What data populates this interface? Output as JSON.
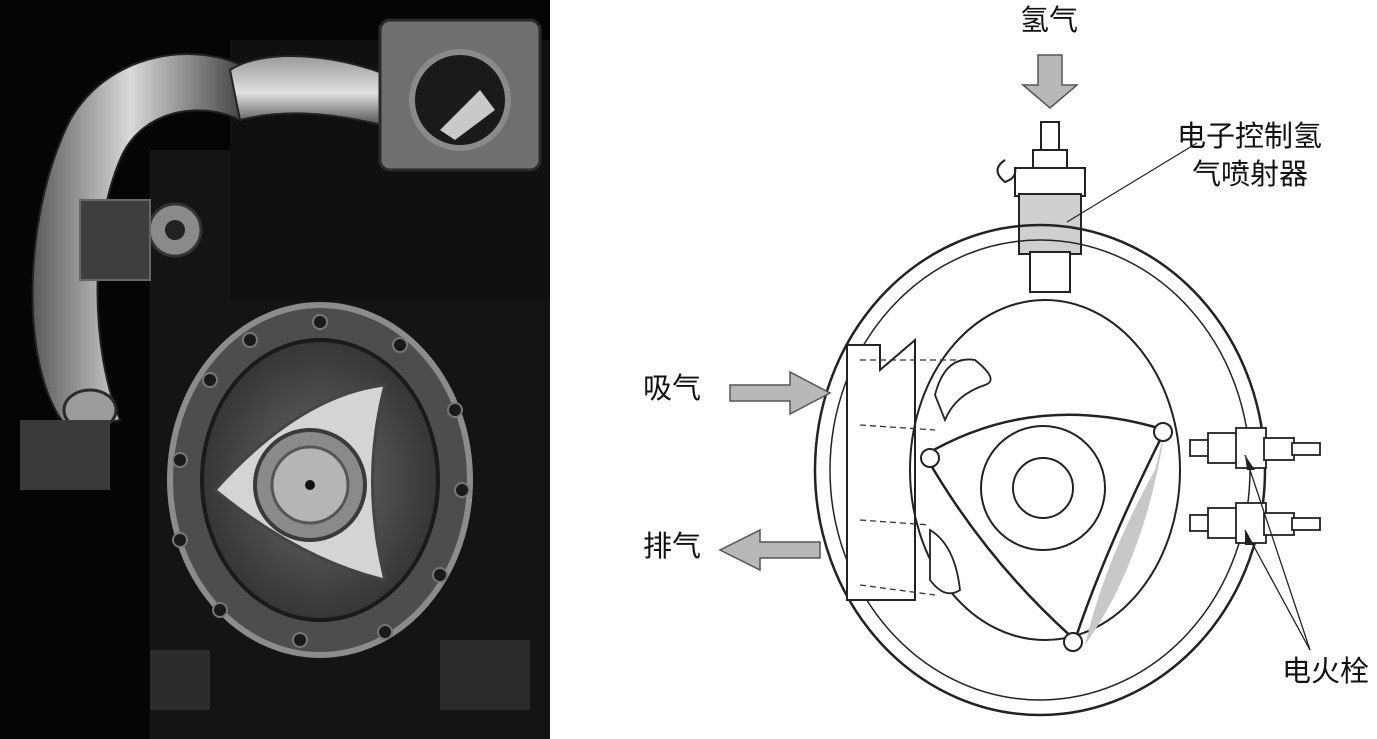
{
  "figure": {
    "left_panel": "photo",
    "right_panel": "diagram"
  },
  "labels": {
    "hydrogen": "氢气",
    "injector_line1": "电子控制氢",
    "injector_line2": "气喷射器",
    "intake": "吸气",
    "exhaust": "排气",
    "spark_plug": "电火栓"
  },
  "colors": {
    "photo_bg": "#050505",
    "arrow_fill": "#b8b8b8",
    "line": "#222222",
    "rotor_shade": "#c8c8c8"
  }
}
